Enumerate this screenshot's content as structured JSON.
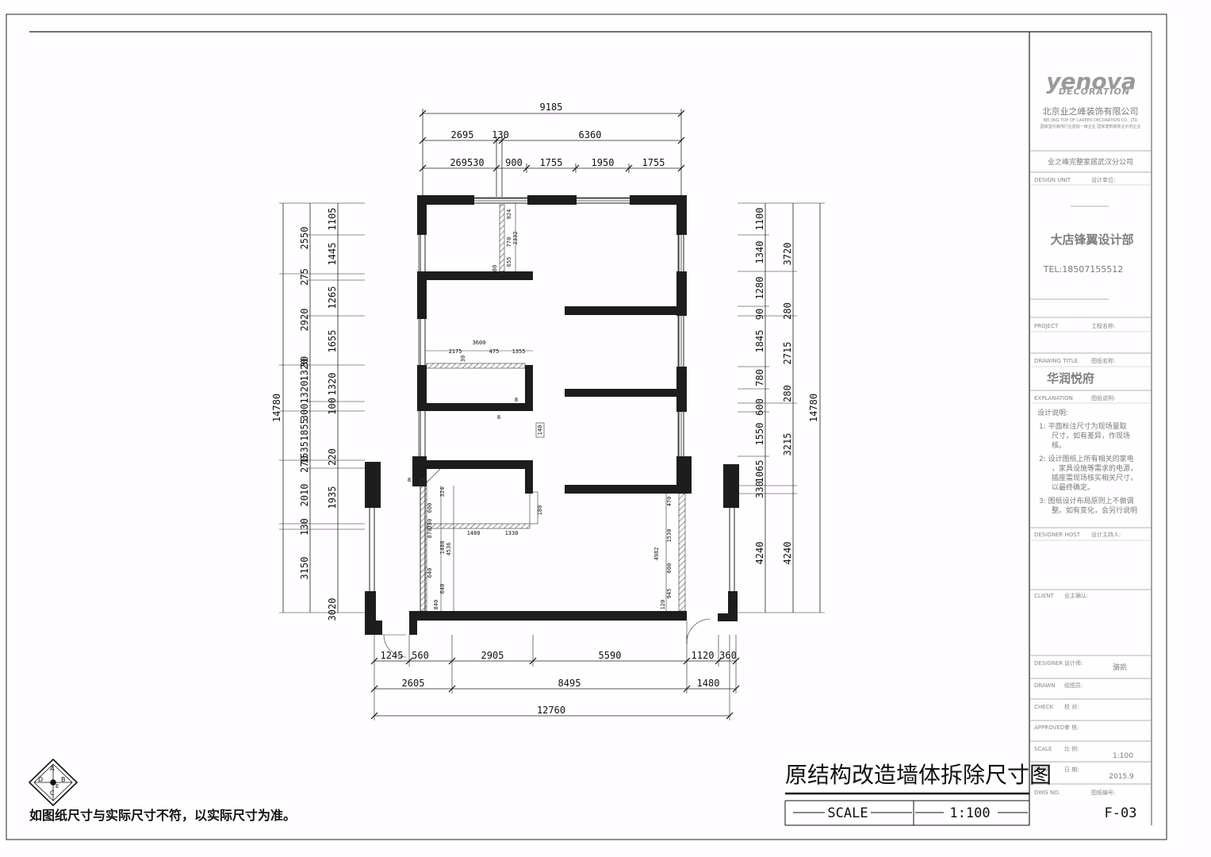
{
  "plan": {
    "top_dims": {
      "total": "9185",
      "row1": [
        "2695",
        "130",
        "6360"
      ],
      "row2": [
        "269530",
        "900",
        "1755",
        "1950",
        "1755"
      ]
    },
    "left_dims": {
      "total": "14780",
      "outer": [
        "2550",
        "275",
        "2920",
        "1320",
        "3001320",
        "15351855",
        "270",
        "2010",
        "130",
        "3150",
        "3020"
      ],
      "inner": [
        "1105",
        "1445",
        "1265",
        "1655",
        "1320",
        "100",
        "220",
        "1935"
      ],
      "inner_extra": [
        "30",
        "30"
      ]
    },
    "right_dims": {
      "total": "14780",
      "inner": [
        "1100",
        "1340",
        "1280",
        "90",
        "1845",
        "780",
        "600",
        "1550",
        "1065",
        "330",
        "4240"
      ],
      "outer": [
        "3720",
        "280",
        "2715",
        "280",
        "3215",
        "4240"
      ]
    },
    "bottom_dims": {
      "row1": [
        "1245",
        "560",
        "2905",
        "5590",
        "1120",
        "360"
      ],
      "row2": [
        "2605",
        "8495",
        "1480"
      ],
      "total": "12760"
    },
    "small_labels": {
      "room_mid": [
        "3600",
        "2175",
        "475",
        "1355",
        "30"
      ],
      "room_top": [
        "924",
        "2332",
        "770",
        "655",
        "80"
      ],
      "room_low_left": [
        "324",
        "600",
        "330",
        "870",
        "1480",
        "1330",
        "1480",
        "4536",
        "640",
        "640",
        "1480",
        "840"
      ],
      "room_low_right": [
        "470",
        "1530",
        "4982",
        "600",
        "945",
        "120"
      ],
      "misc": [
        "8",
        "8",
        "8",
        "140",
        "180"
      ]
    }
  },
  "title_block": {
    "logo_top": "yenova",
    "logo_sub": "DECORATION",
    "company": "北京业之峰装饰有限公司",
    "company_en": "BEI JING TOP OF CAREER DECORATION CO., LTD",
    "company_slogan": "国家室内装饰行业首批一级企业 国家建筑装饰业示范企业",
    "branch": "业之峰完整家居武汉分公司",
    "design_unit_label": "DESIGN UNIT",
    "design_unit_cn": "设计单位:",
    "dept": "大店锋翼设计部",
    "tel": "TEL:18507155512",
    "project_label": "PROJECT",
    "project_cn": "工程名称:",
    "drawing_title_label": "DRAWING TITLE",
    "drawing_title_cn": "图纸名称:",
    "drawing_title": "华润悦府",
    "explanation_label": "EXPLANATION",
    "explanation_cn": "图纸说明:",
    "notes_title": "设计说明:",
    "notes": [
      "1: 平面标注尺寸为现场量取",
      "尺寸，如有差异，作现场",
      "核。",
      "2: 设计图纸上所有相关的家电",
      "，家具设施等需求的电源，",
      "插座需现场核实相关尺寸，",
      "以最终确定。",
      "3: 图纸设计布局原则上不做调",
      "整。如有变化，会另行说明"
    ],
    "designer_host_label": "DESIGNER HOST",
    "designer_host_cn": "设计主持人:",
    "client_label": "CLIENT",
    "client_cn": "业主确认:",
    "designer_label": "DESIGNER",
    "designer_cn": "设计师:",
    "designer": "骆凯",
    "drawn_label": "DRAWN",
    "drawn_cn": "绘图员:",
    "check_label": "CHECK",
    "check_cn": "校  对:",
    "approved_label": "APPROVED",
    "approved_cn": "审  核:",
    "scale_label": "SCALE",
    "scale_cn": "比  例:",
    "scale_value": "1:100",
    "date_label": "DATE",
    "date_cn": "日  期:",
    "date_value": "2015.9",
    "drawing_no_label": "DWG NO.",
    "drawing_no_cn": "图纸编号:",
    "drawing_no": "F-03"
  },
  "footer": {
    "title": "原结构改造墙体拆除尺寸图",
    "scale_label": "SCALE",
    "scale_value": "1:100",
    "note": "如图纸尺寸与实际尺寸不符，以实际尺寸为准。",
    "compass": [
      "A",
      "B",
      "C",
      "D",
      "E"
    ]
  }
}
